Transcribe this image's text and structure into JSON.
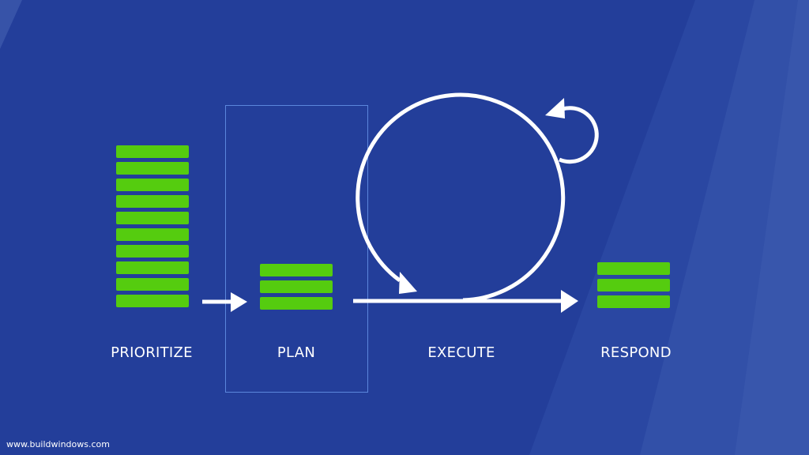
{
  "stages": {
    "prioritize": {
      "label": "PRIORITIZE",
      "items": 10
    },
    "plan": {
      "label": "PLAN",
      "items": 3
    },
    "execute": {
      "label": "EXECUTE"
    },
    "respond": {
      "label": "RESPOND",
      "items": 3
    }
  },
  "footer": {
    "url": "www.buildwindows.com"
  },
  "colors": {
    "background": "#233e9a",
    "bar": "#55cc0f",
    "arrow": "#ffffff",
    "frame": "#5b86dc"
  }
}
